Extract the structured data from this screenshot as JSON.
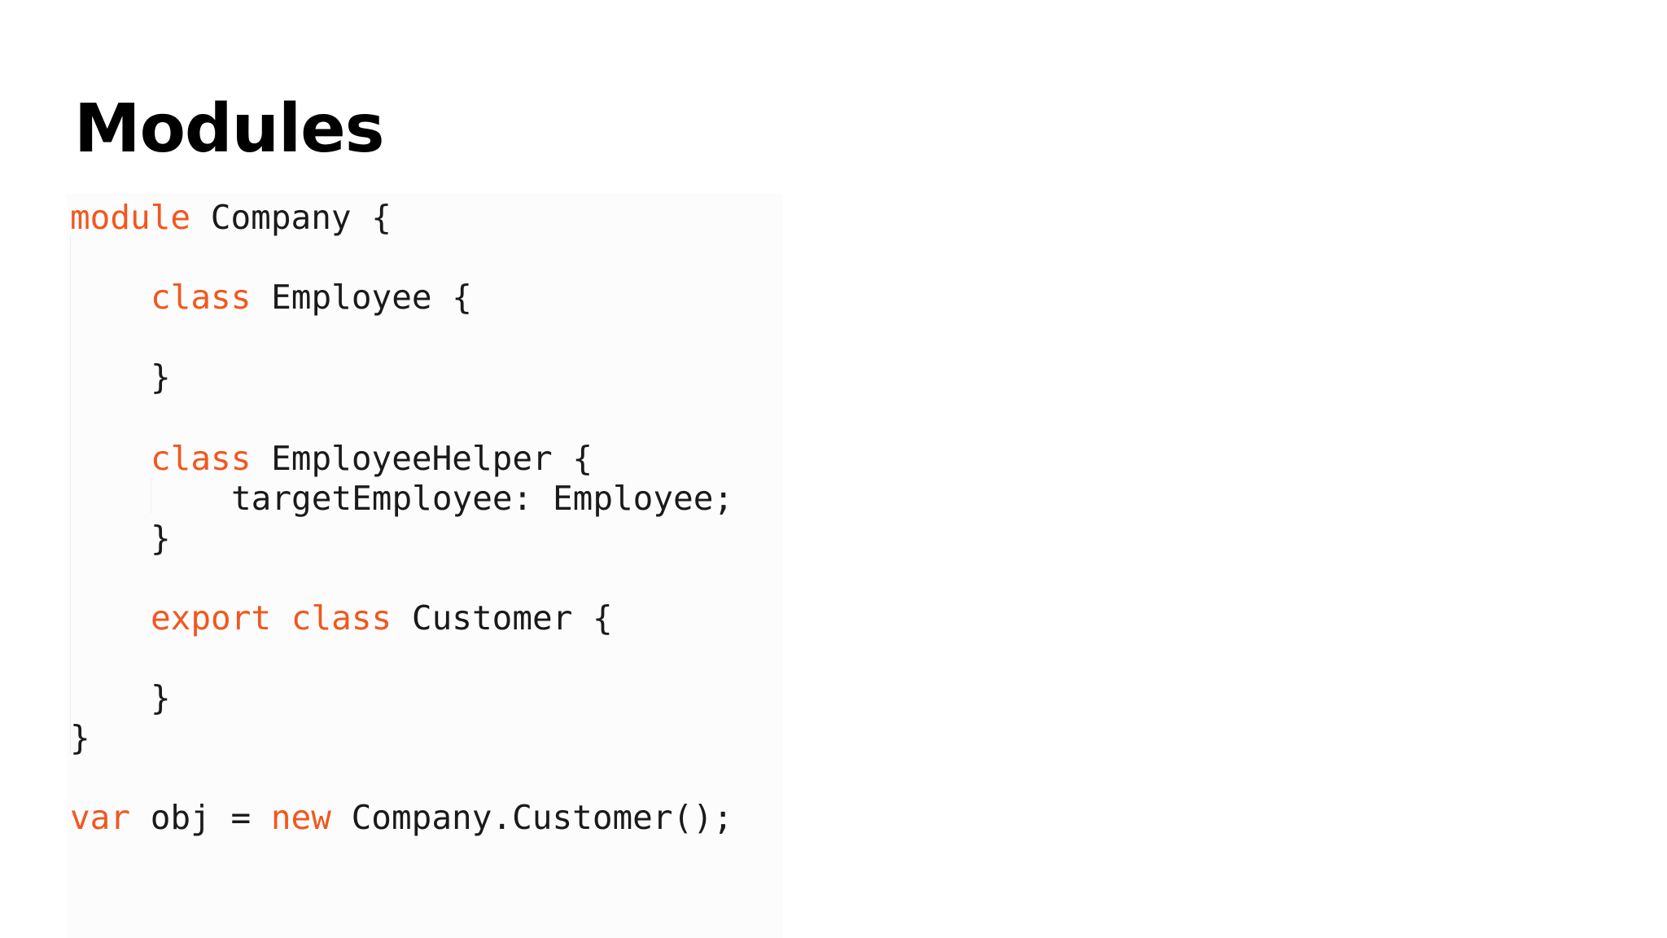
{
  "slide": {
    "title": "Modules"
  },
  "colors": {
    "keyword": "#f2571e",
    "text": "#1a1a1a",
    "title": "#000000",
    "background": "#ffffff"
  },
  "code": {
    "lines": [
      {
        "kw": "module",
        "text": " Company {"
      },
      {
        "kw": "class",
        "text": " Employee {"
      },
      {
        "text": "}"
      },
      {
        "kw": "class",
        "text": " EmployeeHelper {"
      },
      {
        "text": "targetEmployee: Employee;"
      },
      {
        "text": "}"
      },
      {
        "kw": "export class",
        "text": " Customer {"
      },
      {
        "text": "}"
      },
      {
        "text": "}"
      },
      {
        "kw1": "var",
        "text1": " obj = ",
        "kw2": "new",
        "text2": " Company.Customer();"
      }
    ]
  }
}
